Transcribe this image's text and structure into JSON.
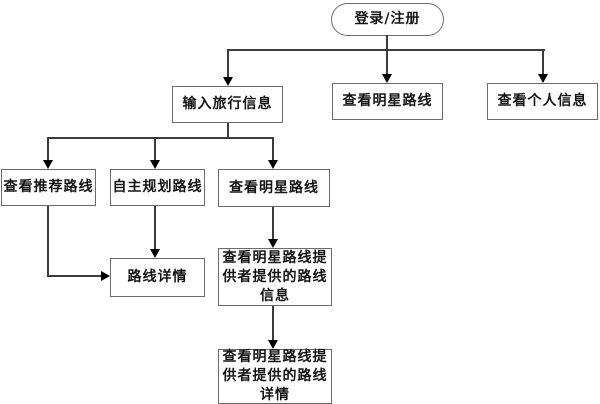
{
  "diagram": {
    "type": "flowchart",
    "background": "#ffffff",
    "colors": {
      "box_border": "#6b6b6b",
      "connector_line": "#3c3c3c",
      "arrowhead": "#000000",
      "text": "#141414"
    },
    "nodes": {
      "login": {
        "label": "登录/注册",
        "shape": "rounded"
      },
      "enter_travel_info": {
        "label": "输入旅行信息",
        "shape": "rect"
      },
      "view_star_routes_top": {
        "label": "查看明星路线",
        "shape": "rect"
      },
      "view_personal_info": {
        "label": "查看个人信息",
        "shape": "rect"
      },
      "view_recommended_routes": {
        "label": "查看推荐路线",
        "shape": "rect"
      },
      "self_plan_route": {
        "label": "自主规划路线",
        "shape": "rect"
      },
      "view_star_routes_mid": {
        "label": "查看明星路线",
        "shape": "rect"
      },
      "route_details": {
        "label": "路线详情",
        "shape": "rect"
      },
      "provider_route_info": {
        "label": "查看明星路线提\n供者提供的路线\n信息",
        "shape": "rect"
      },
      "provider_route_details": {
        "label": "查看明星路线提\n供者提供的路线\n详情",
        "shape": "rect"
      }
    },
    "edges": [
      {
        "from": "login",
        "to": "enter_travel_info"
      },
      {
        "from": "login",
        "to": "view_star_routes_top"
      },
      {
        "from": "login",
        "to": "view_personal_info"
      },
      {
        "from": "enter_travel_info",
        "to": "view_recommended_routes"
      },
      {
        "from": "enter_travel_info",
        "to": "self_plan_route"
      },
      {
        "from": "enter_travel_info",
        "to": "view_star_routes_mid"
      },
      {
        "from": "view_recommended_routes",
        "to": "route_details"
      },
      {
        "from": "self_plan_route",
        "to": "route_details"
      },
      {
        "from": "view_star_routes_mid",
        "to": "provider_route_info"
      },
      {
        "from": "provider_route_info",
        "to": "provider_route_details"
      }
    ]
  }
}
